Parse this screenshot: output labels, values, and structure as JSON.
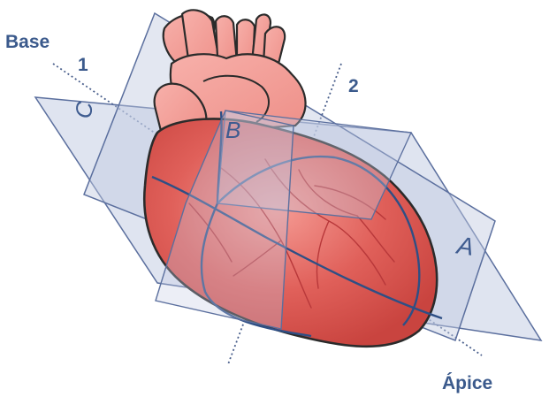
{
  "labels": {
    "base": "Base",
    "apex": "Ápice",
    "axis1": "1",
    "axis2": "2",
    "planeA": "A",
    "planeB": "B",
    "planeC": "C"
  },
  "colors": {
    "label_text": "#3b5a8c",
    "plane_fill": "#b9c3de",
    "plane_stroke": "#5b6f9e",
    "heart_main": "#d9534f",
    "heart_light": "#f08a86",
    "vessel": "#f39a93",
    "outline": "#2b2b2b",
    "section_line": "#2e4f85"
  }
}
